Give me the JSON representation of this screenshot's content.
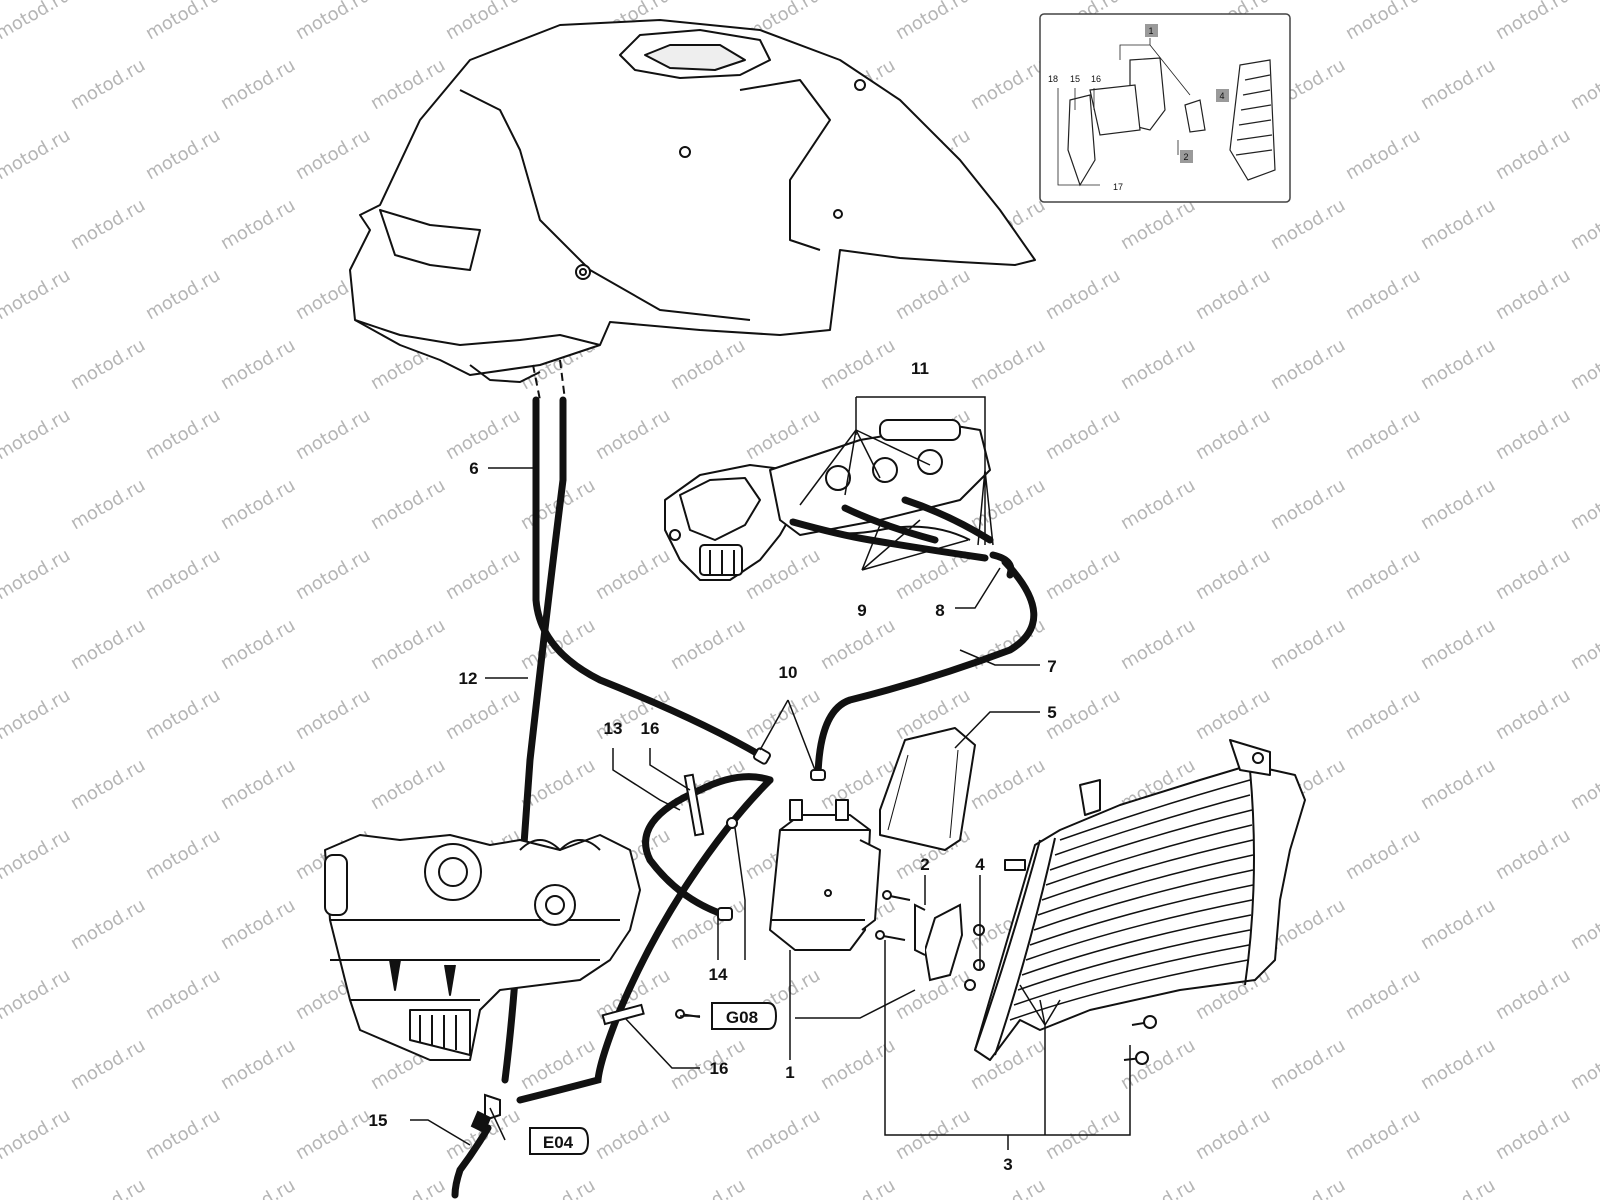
{
  "watermark": {
    "text": "motod.ru"
  },
  "callouts": {
    "c1": "1",
    "c2": "2",
    "c3": "3",
    "c4": "4",
    "c5": "5",
    "c6": "6",
    "c7": "7",
    "c8": "8",
    "c9": "9",
    "c10": "10",
    "c11": "11",
    "c12": "12",
    "c13": "13",
    "c14": "14",
    "c15": "15",
    "c16a": "16",
    "c16b": "16"
  },
  "refs": {
    "g08": "G08",
    "e04": "E04"
  },
  "inset": {
    "n1": "1",
    "n2": "2",
    "n4": "4",
    "n15": "15",
    "n16": "16",
    "n17": "17",
    "n18": "18"
  },
  "colors": {
    "line": "#111111",
    "watermark": "#b5b5b5",
    "inset_border": "#444444",
    "inset_badge": "#9a9a9a"
  }
}
